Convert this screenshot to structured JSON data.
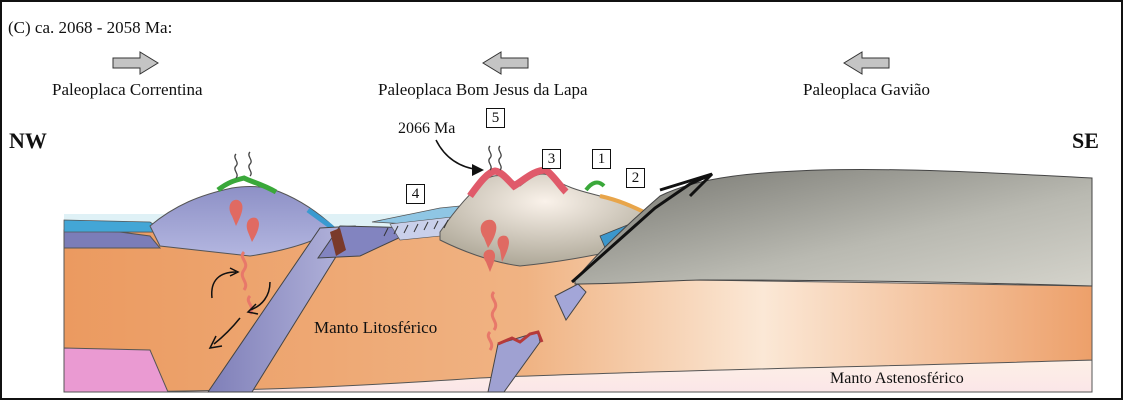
{
  "panel_title": "(C) ca. 2068 - 2058 Ma:",
  "plates": [
    {
      "name": "Paleoplaca Correntina",
      "motion": "east"
    },
    {
      "name": "Paleoplaca Bom Jesus da Lapa",
      "motion": "west"
    },
    {
      "name": "Paleoplaca Gavião",
      "motion": "west"
    }
  ],
  "orientation": {
    "left": "NW",
    "right": "SE"
  },
  "age_label": "2066 Ma",
  "markers": [
    "1",
    "2",
    "3",
    "4",
    "5"
  ],
  "layers": {
    "lithospheric_mantle": "Manto Litosférico",
    "asthenospheric_mantle": "Manto Astenosférico"
  },
  "colors": {
    "mantle_orange": "#e8935a",
    "crust_blue": "#8f93c9",
    "crust_grey": "#8a8a84",
    "arc_pink": "#e06a78",
    "arc_green": "#3faa3a",
    "ocean": "#dbeff5"
  }
}
